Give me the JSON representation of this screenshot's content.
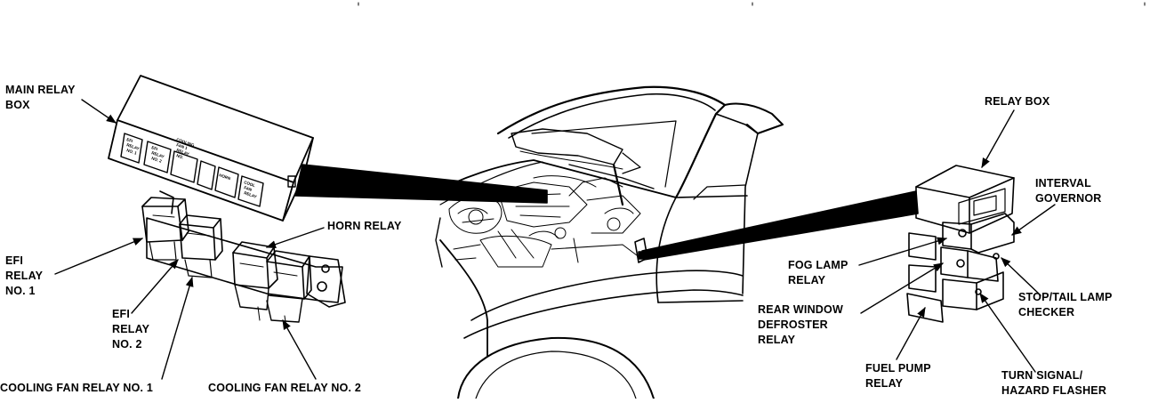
{
  "labels": {
    "main_relay_box": "MAIN RELAY\nBOX",
    "efi_relay_no1": "EFI\nRELAY\nNO. 1",
    "efi_relay_no2": "EFI\nRELAY\nNO. 2",
    "horn_relay": "HORN RELAY",
    "cooling_fan_relay_no1": "COOLING FAN RELAY NO. 1",
    "cooling_fan_relay_no2": "COOLING FAN RELAY NO. 2",
    "relay_box": "RELAY BOX",
    "interval_governor": "INTERVAL\nGOVERNOR",
    "fog_lamp_relay": "FOG LAMP\nRELAY",
    "rear_window_defroster_relay": "REAR WINDOW\nDEFROSTER\nRELAY",
    "stop_tail_lamp_checker": "STOP/TAIL LAMP\nCHECKER",
    "fuel_pump_relay": "FUEL PUMP\nRELAY",
    "turn_signal_hazard_flasher": "TURN SIGNAL/\nHAZARD FLASHER"
  },
  "box_cover_labels": {
    "slot1": "EFI RELAY NO. 1",
    "slot2": "EFI RELAY NO. 2",
    "slot3": "COOLING FAN 1 RELAY NO.",
    "slot5": "HORN",
    "slot6": "COOL FAN RELAY"
  }
}
